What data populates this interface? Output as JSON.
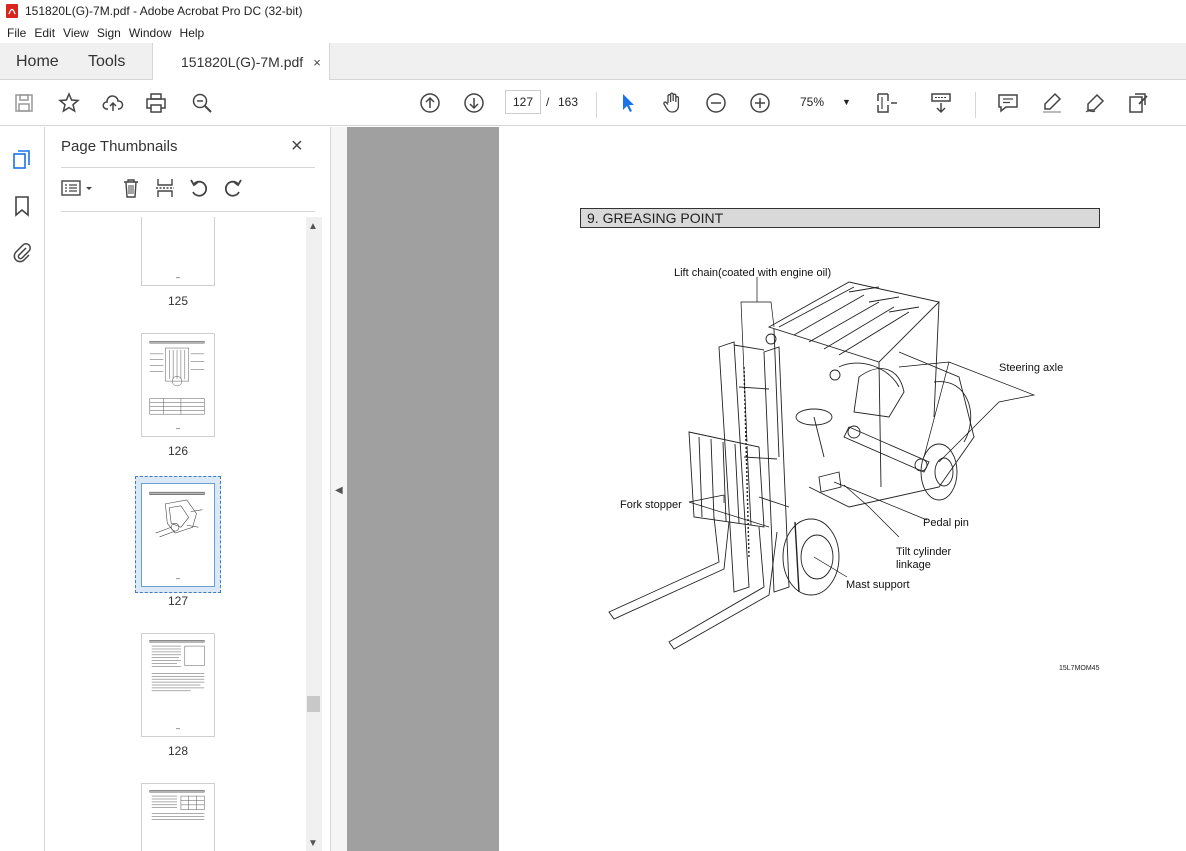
{
  "window": {
    "title": "151820L(G)-7M.pdf - Adobe Acrobat Pro DC (32-bit)"
  },
  "menu": [
    "File",
    "Edit",
    "View",
    "Sign",
    "Window",
    "Help"
  ],
  "tabs": {
    "home": "Home",
    "tools": "Tools",
    "document": "151820L(G)-7M.pdf",
    "close": "×"
  },
  "nav": {
    "current_page": "127",
    "separator": "/",
    "total_pages": "163",
    "zoom": "75%"
  },
  "panel": {
    "title": "Page Thumbnails",
    "close": "×",
    "thumbnails": [
      {
        "label": "125"
      },
      {
        "label": "126"
      },
      {
        "label": "127",
        "selected": true
      },
      {
        "label": "128"
      }
    ]
  },
  "document": {
    "section_title": "9. GREASING POINT",
    "labels": {
      "lift_chain": "Lift chain(coated with engine oil)",
      "steering_axle": "Steering axle",
      "fork_stopper": "Fork stopper",
      "pedal_pin": "Pedal pin",
      "tilt_cylinder_1": "Tilt cylinder",
      "tilt_cylinder_2": "linkage",
      "mast_support": "Mast support"
    },
    "figure_code": "15L7MOM45"
  },
  "colors": {
    "accent_blue": "#1a73e8",
    "selection": "#dbe8f6",
    "doc_bg": "#a0a0a0",
    "pdf_red": "#d9261c"
  }
}
